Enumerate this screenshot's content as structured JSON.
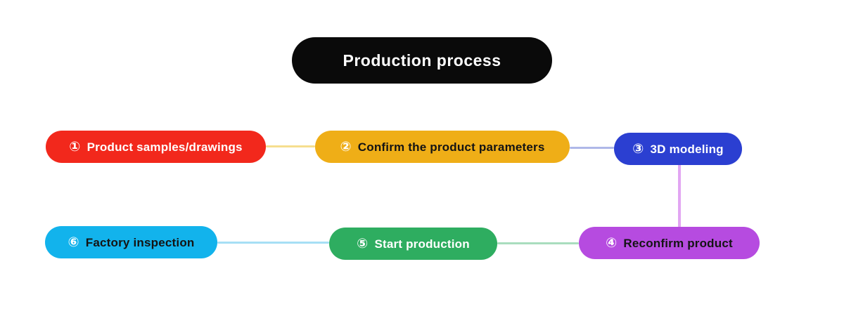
{
  "title": {
    "label": "Production process",
    "bg": "#0a0a0a",
    "text_color": "#ffffff"
  },
  "steps": [
    {
      "number": "①",
      "label": "Product samples/drawings",
      "bg": "#f2281c",
      "number_color": "#ffffff",
      "text_color": "#ffffff"
    },
    {
      "number": "②",
      "label": "Confirm the product parameters",
      "bg": "#efae17",
      "number_color": "#ffffff",
      "text_color": "#141414"
    },
    {
      "number": "③",
      "label": "3D modeling",
      "bg": "#2b3fd1",
      "number_color": "#ffffff",
      "text_color": "#ffffff"
    },
    {
      "number": "④",
      "label": "Reconfirm product",
      "bg": "#b64be0",
      "number_color": "#ffffff",
      "text_color": "#141414"
    },
    {
      "number": "⑤",
      "label": "Start production",
      "bg": "#2ead60",
      "number_color": "#ffffff",
      "text_color": "#ffffff"
    },
    {
      "number": "⑥",
      "label": "Factory inspection",
      "bg": "#12b3ec",
      "number_color": "#ffffff",
      "text_color": "#141414"
    }
  ],
  "connectors": [
    {
      "from": "step-1",
      "to": "step-2",
      "color": "#f6de8f"
    },
    {
      "from": "step-2",
      "to": "step-3",
      "color": "#afb8e8"
    },
    {
      "from": "step-3",
      "to": "step-4",
      "color": "#e2a6f2"
    },
    {
      "from": "step-4",
      "to": "step-5",
      "color": "#a9ddbe"
    },
    {
      "from": "step-5",
      "to": "step-6",
      "color": "#a6dff5"
    }
  ]
}
